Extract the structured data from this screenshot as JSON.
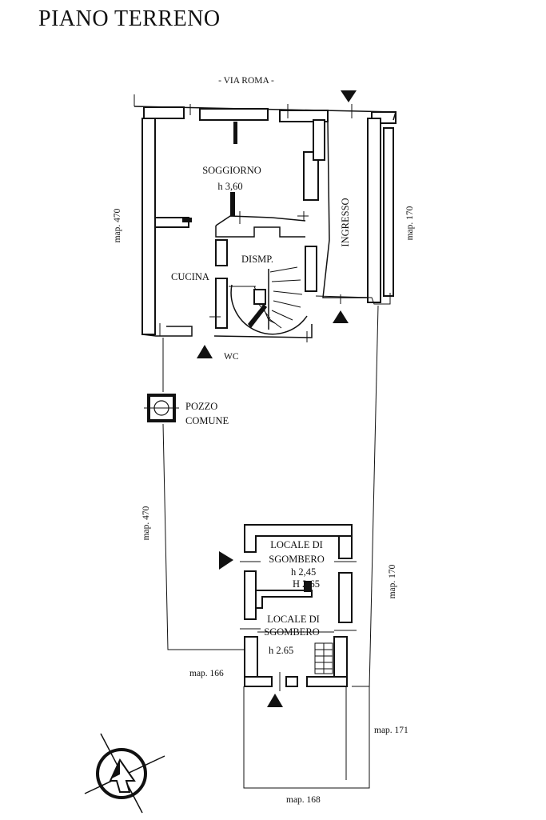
{
  "title": "PIANO TERRENO",
  "street": "- VIA ROMA -",
  "rooms": {
    "soggiorno": "SOGGIORNO",
    "soggiorno_h": "h 3,60",
    "ingresso": "INGRESSO",
    "cucina": "CUCINA",
    "dismp": "DISMP.",
    "wc": "WC",
    "pozzo_1": "POZZO",
    "pozzo_2": "COMUNE",
    "locale1_1": "LOCALE DI",
    "locale1_2": "SGOMBERO",
    "locale1_h1": "h 2,45",
    "locale1_h2": "H 2,65",
    "locale2_1": "LOCALE DI",
    "locale2_2": "SGOMBERO",
    "locale2_h": "h 2.65"
  },
  "map_labels": {
    "left_top": "map. 470",
    "right_top": "map. 170",
    "left_mid": "map. 470",
    "right_mid": "map. 170",
    "bottom_left": "map. 166",
    "bottom_right": "map. 171",
    "bottom": "map. 168"
  },
  "icons": [
    "entrance-arrow-icon",
    "north-compass-icon",
    "staircase-icon",
    "well-icon"
  ]
}
